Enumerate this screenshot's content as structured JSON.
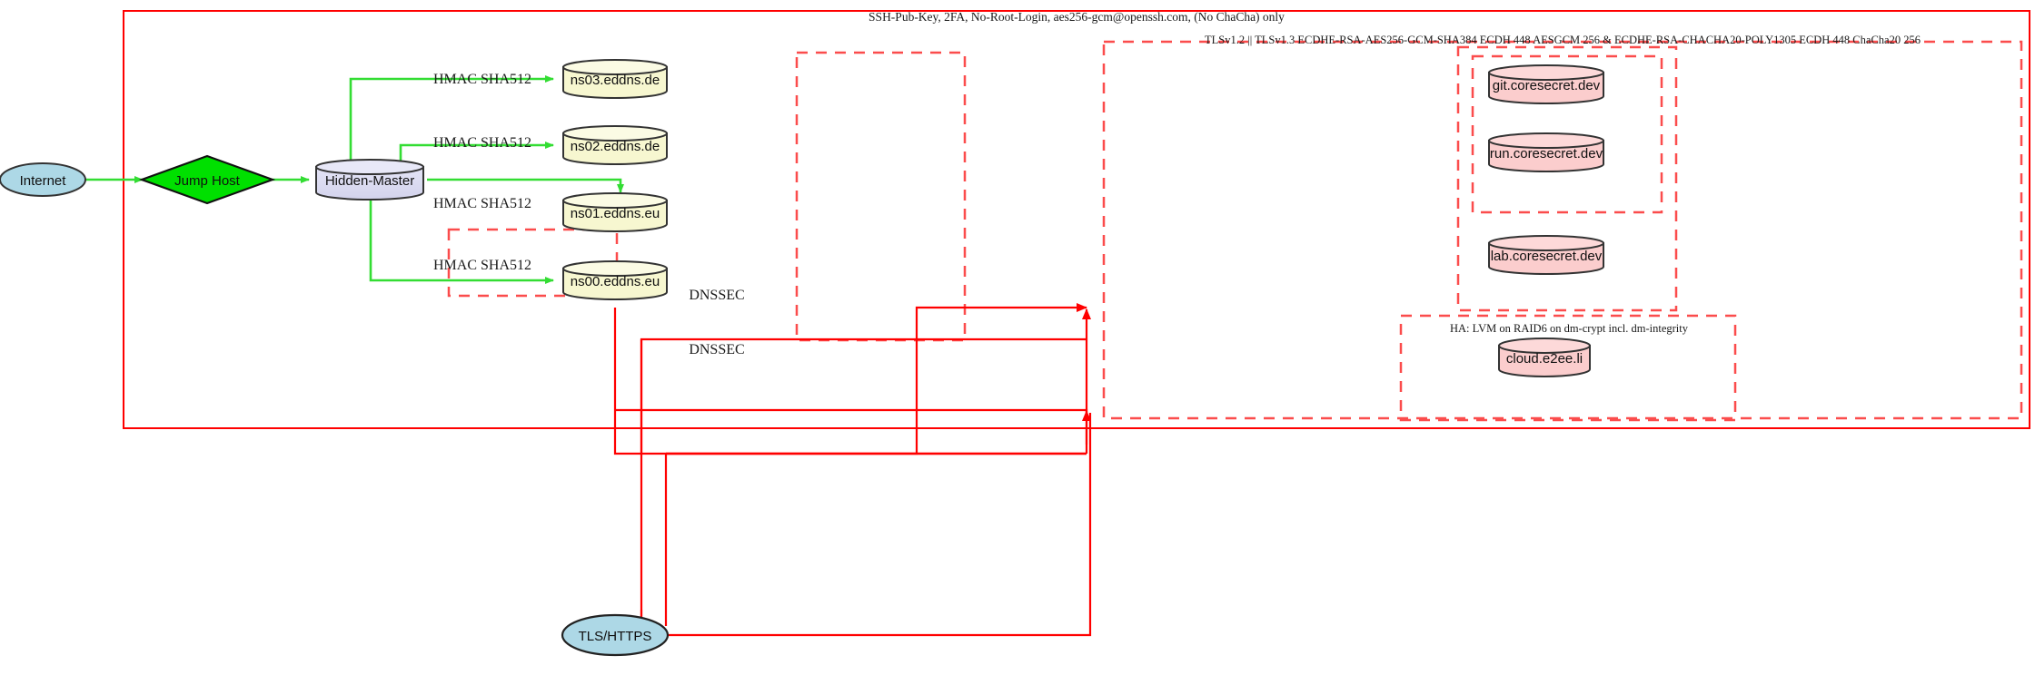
{
  "diagram": {
    "title_banner": "SSH-Pub-Key, 2FA, No-Root-Login, aes256-gcm@openssh.com, (No ChaCha) only",
    "tls_banner": "TLSv1.2 || TLSv1.3 ECDHE-RSA-AES256-GCM-SHA384 ECDH 448 AESGCM 256 & ECDHE-RSA-CHACHA20-POLY1305 ECDH 448 ChaCha20 256",
    "ha_banner": "HA: LVM on RAID6 on dm-crypt incl. dm-integrity"
  },
  "nodes": {
    "internet": "Internet",
    "jump_host": "Jump Host",
    "hidden_master": "Hidden-Master",
    "tls_https": "TLS/HTTPS",
    "ns03": "ns03.eddns.de",
    "ns02": "ns02.eddns.de",
    "ns01": "ns01.eddns.eu",
    "ns00": "ns00.eddns.eu",
    "git": "git.coresecret.dev",
    "run": "run.coresecret.dev",
    "lab": "lab.coresecret.dev",
    "cloud": "cloud.e2ee.li"
  },
  "edge_labels": {
    "hmac_ns03": "HMAC SHA512",
    "hmac_ns02": "HMAC SHA512",
    "hmac_ns01": "HMAC SHA512",
    "hmac_ns00": "HMAC SHA512",
    "dnssec_upper": "DNSSEC",
    "dnssec_lower": "DNSSEC"
  },
  "colors": {
    "boundary_red": "#ff0000",
    "dashed_red": "#fb4c4c",
    "edge_green": "#33dd33",
    "edge_red": "#ff0000",
    "ellipse_fill": "#add8e6",
    "diamond_fill": "#00e000",
    "master_fill": "#dcdcf0",
    "dns_fill": "#f7f7d0",
    "service_fill": "#fbcdcd",
    "node_stroke": "#333333"
  }
}
